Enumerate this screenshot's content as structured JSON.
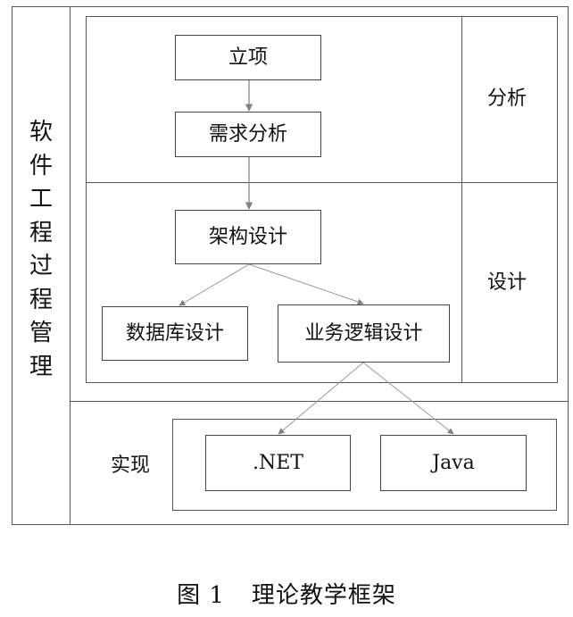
{
  "side_title": [
    "软",
    "件",
    "工",
    "程",
    "过",
    "程",
    "管",
    "理"
  ],
  "phases": {
    "analysis": "分析",
    "design": "设计",
    "implementation": "实现"
  },
  "steps": {
    "initiation": "立项",
    "requirements": "需求分析",
    "architecture": "架构设计",
    "database": "数据库设计",
    "business_logic": "业务逻辑设计"
  },
  "platforms": {
    "dotnet": ".NET",
    "java": "Java"
  },
  "caption": {
    "number": "图 1",
    "title": "理论教学框架"
  },
  "colors": {
    "border": "#555555",
    "arrow": "#808080"
  }
}
